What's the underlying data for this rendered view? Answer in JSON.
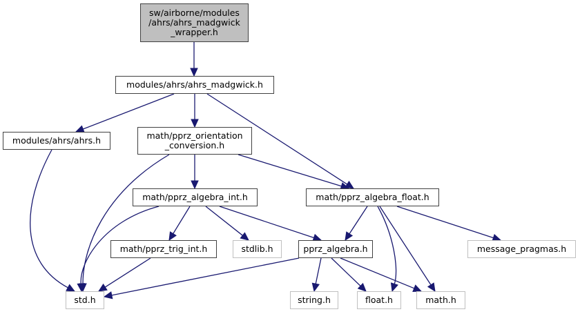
{
  "diagram": {
    "title": "Include dependency graph for ahrs_madgwick_wrapper.h",
    "edge_color": "#191970",
    "root_fill": "#bfbfbf",
    "nodes": [
      {
        "id": "wrapper",
        "label": "sw/airborne/modules\n/ahrs/ahrs_madgwick\n_wrapper.h",
        "kind": "root"
      },
      {
        "id": "madgwick",
        "label": "modules/ahrs/ahrs_madgwick.h",
        "kind": "local"
      },
      {
        "id": "ahrs",
        "label": "modules/ahrs/ahrs.h",
        "kind": "local"
      },
      {
        "id": "orientation",
        "label": "math/pprz_orientation\n_conversion.h",
        "kind": "local"
      },
      {
        "id": "algebra_int",
        "label": "math/pprz_algebra_int.h",
        "kind": "local"
      },
      {
        "id": "algebra_float",
        "label": "math/pprz_algebra_float.h",
        "kind": "local"
      },
      {
        "id": "trig_int",
        "label": "math/pprz_trig_int.h",
        "kind": "local"
      },
      {
        "id": "stdlib",
        "label": "stdlib.h",
        "kind": "external"
      },
      {
        "id": "pprz_algebra",
        "label": "pprz_algebra.h",
        "kind": "local"
      },
      {
        "id": "message_pragmas",
        "label": "message_pragmas.h",
        "kind": "external"
      },
      {
        "id": "std",
        "label": "std.h",
        "kind": "external"
      },
      {
        "id": "string",
        "label": "string.h",
        "kind": "external"
      },
      {
        "id": "float",
        "label": "float.h",
        "kind": "external"
      },
      {
        "id": "math",
        "label": "math.h",
        "kind": "external"
      }
    ],
    "edges": [
      [
        "wrapper",
        "madgwick"
      ],
      [
        "madgwick",
        "ahrs"
      ],
      [
        "madgwick",
        "orientation"
      ],
      [
        "madgwick",
        "algebra_float"
      ],
      [
        "ahrs",
        "std"
      ],
      [
        "orientation",
        "std"
      ],
      [
        "orientation",
        "algebra_int"
      ],
      [
        "orientation",
        "algebra_float"
      ],
      [
        "algebra_int",
        "std"
      ],
      [
        "algebra_int",
        "trig_int"
      ],
      [
        "algebra_int",
        "stdlib"
      ],
      [
        "algebra_int",
        "pprz_algebra"
      ],
      [
        "algebra_float",
        "pprz_algebra"
      ],
      [
        "algebra_float",
        "float"
      ],
      [
        "algebra_float",
        "math"
      ],
      [
        "algebra_float",
        "message_pragmas"
      ],
      [
        "trig_int",
        "std"
      ],
      [
        "pprz_algebra",
        "std"
      ],
      [
        "pprz_algebra",
        "string"
      ],
      [
        "pprz_algebra",
        "float"
      ],
      [
        "pprz_algebra",
        "math"
      ]
    ]
  }
}
